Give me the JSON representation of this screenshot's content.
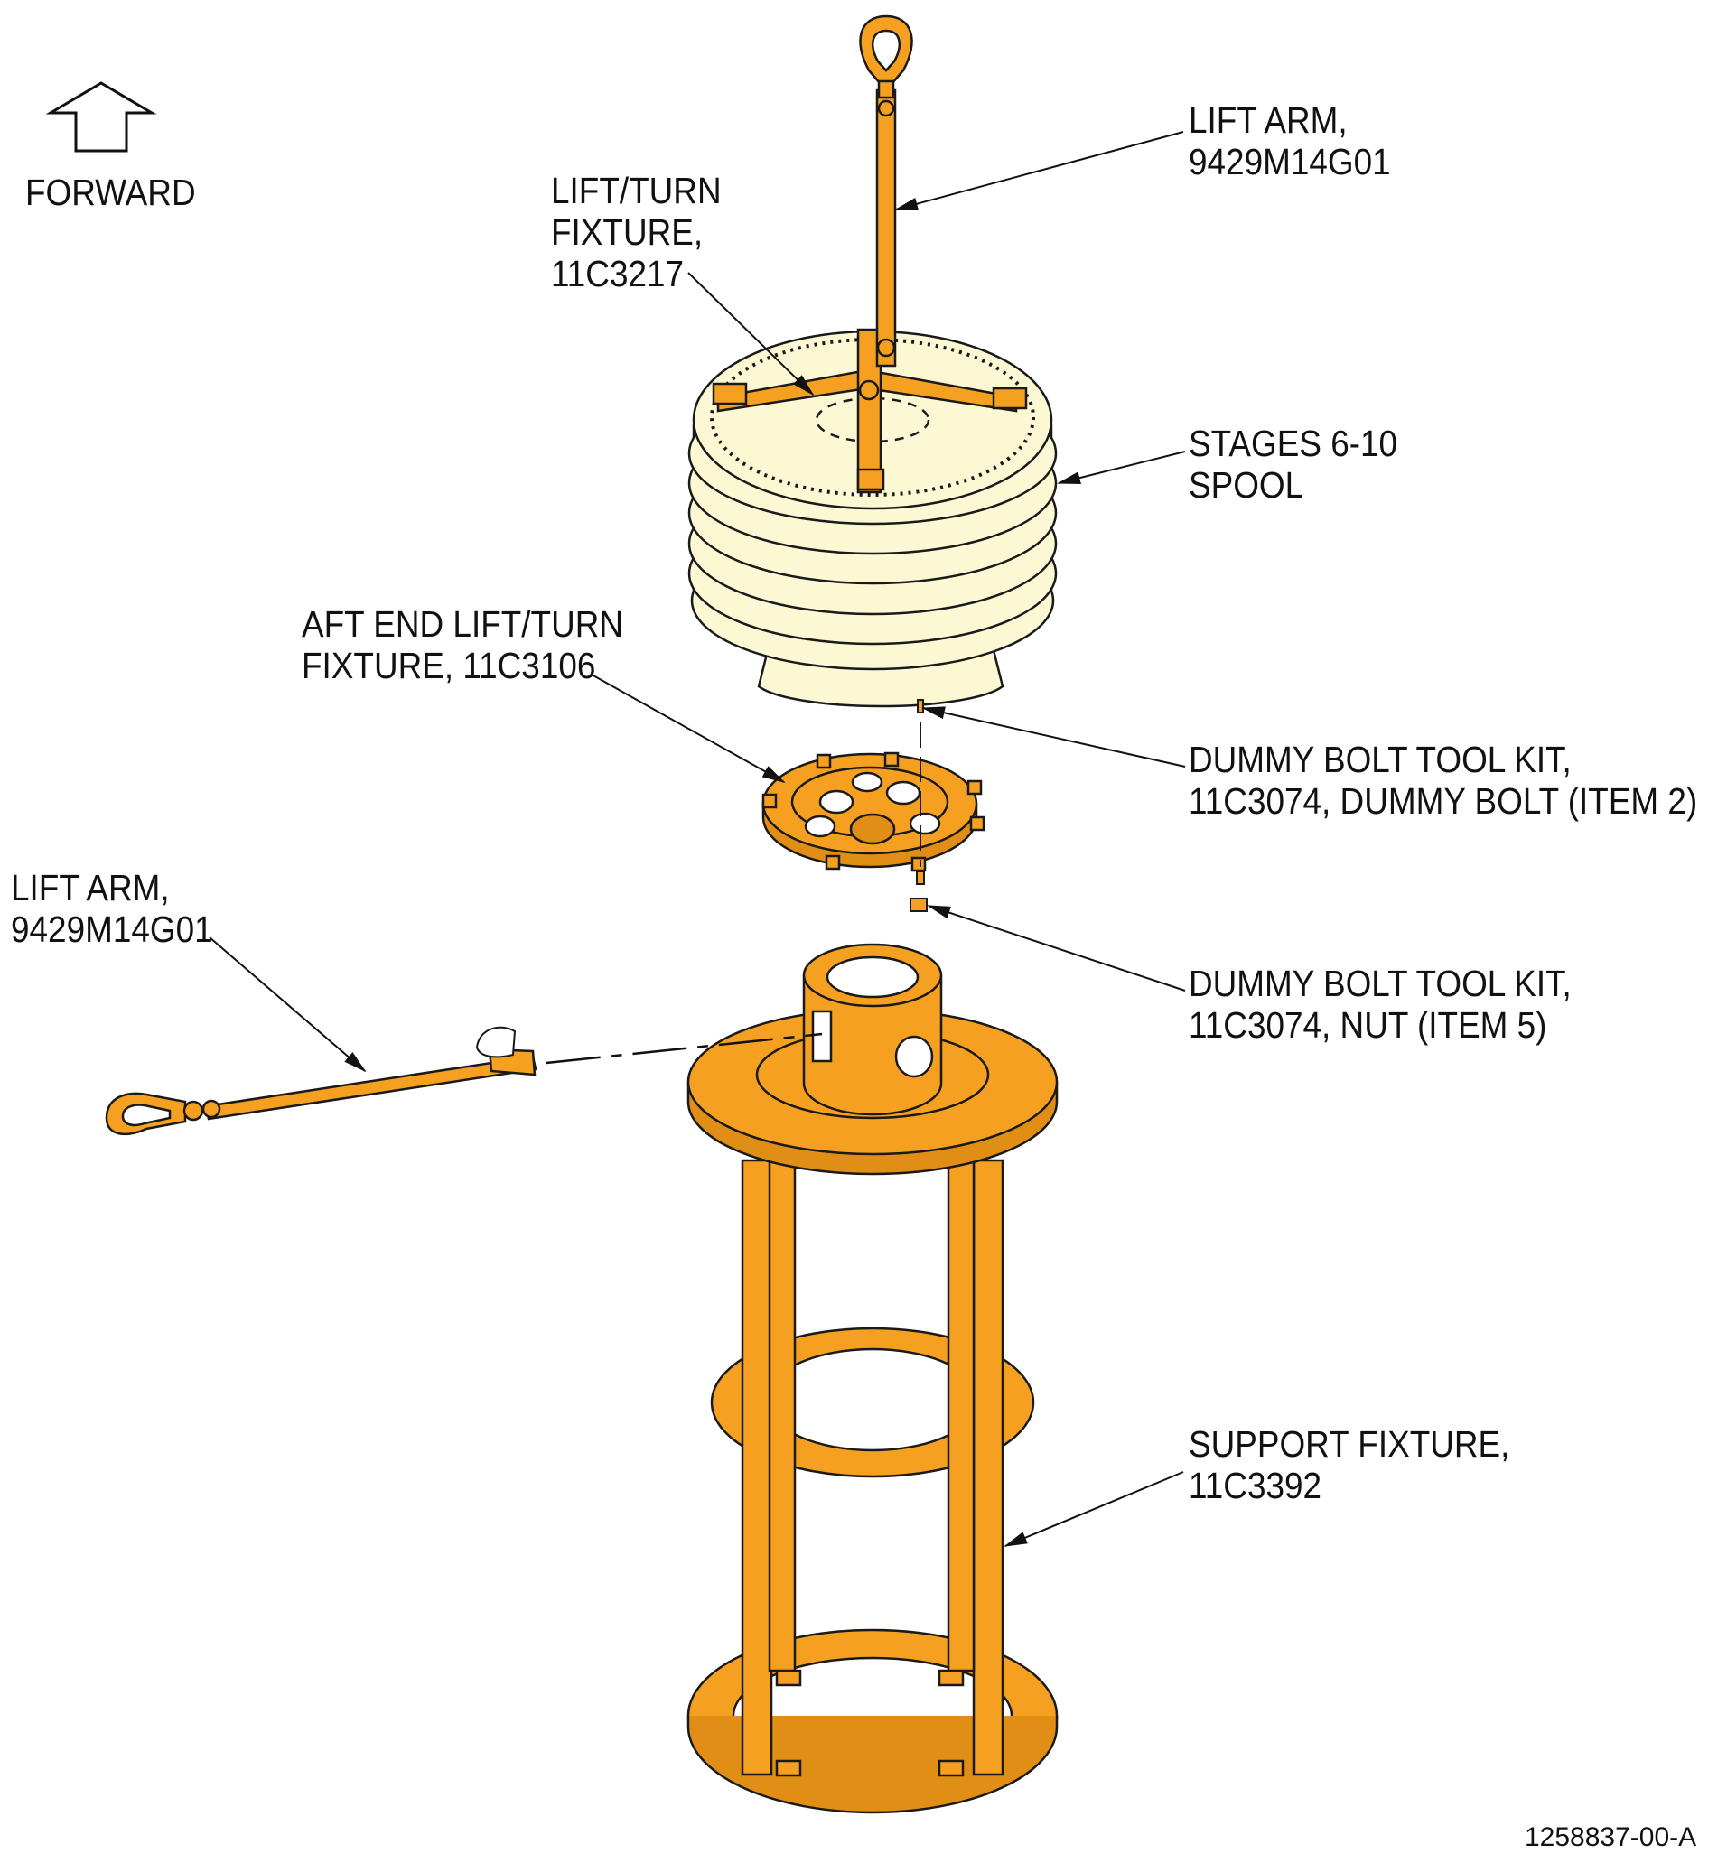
{
  "figure_id": "1258837-00-A",
  "forward": {
    "label": "FORWARD"
  },
  "callouts": {
    "lift_arm_top": {
      "line1": "LIFT ARM,",
      "line2": "9429M14G01"
    },
    "lift_turn_fixture": {
      "line1": "LIFT/TURN",
      "line2": "FIXTURE,",
      "line3": "11C3217"
    },
    "spool": {
      "line1": "STAGES 6-10",
      "line2": "SPOOL"
    },
    "aft_end_fixture": {
      "line1": "AFT END LIFT/TURN",
      "line2": "FIXTURE, 11C3106"
    },
    "dummy_bolt": {
      "line1": "DUMMY BOLT TOOL KIT,",
      "line2": "11C3074, DUMMY BOLT (ITEM 2)"
    },
    "lift_arm_left": {
      "line1": "LIFT ARM,",
      "line2": "9429M14G01"
    },
    "dummy_nut": {
      "line1": "DUMMY BOLT TOOL KIT,",
      "line2": "11C3074,  NUT (ITEM 5)"
    },
    "support_fixture": {
      "line1": "SUPPORT FIXTURE,",
      "line2": "11C3392"
    }
  },
  "colors": {
    "tool_orange": "#F5A020",
    "spool_cream": "#FDF8D4",
    "outline": "#1a1a1a",
    "text": "#111111"
  }
}
